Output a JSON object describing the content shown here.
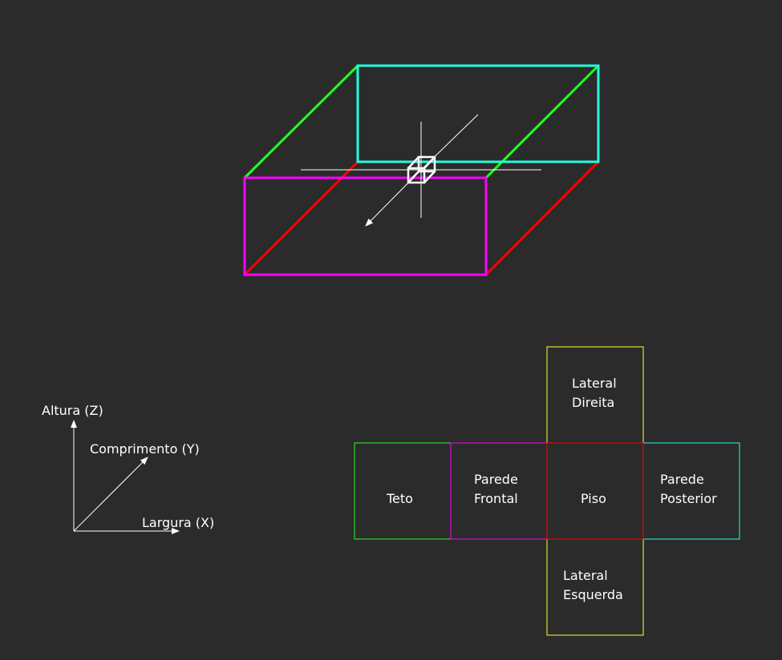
{
  "colors": {
    "background": "#2b2b2b",
    "ceiling": "#22ff22",
    "front_wall": "#ff00ff",
    "floor": "#ff0000",
    "back_wall": "#22ffdd",
    "side_walls": "#ffff33",
    "axes": "#ffffff"
  },
  "axes": {
    "z_label": "Altura (Z)",
    "y_label": "Comprimento (Y)",
    "x_label": "Largura (X)"
  },
  "net": {
    "ceiling": "Teto",
    "front_wall": [
      "Parede",
      "Frontal"
    ],
    "floor": "Piso",
    "back_wall": [
      "Parede",
      "Posterior"
    ],
    "right_side": [
      "Lateral",
      "Direita"
    ],
    "left_side": [
      "Lateral",
      "Esquerda"
    ]
  }
}
